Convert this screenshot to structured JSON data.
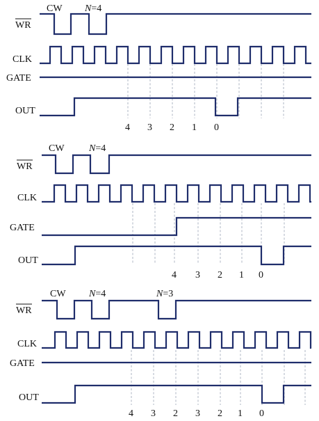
{
  "colors": {
    "signal": "#1f2d6b",
    "guide": "#9aa3b5",
    "text": "#111111"
  },
  "panels": [
    {
      "signals": {
        "wr": "WR",
        "clk": "CLK",
        "gate": "GATE",
        "out": "OUT"
      },
      "annotations": {
        "cw": "CW",
        "n1_var": "N",
        "n1_val": "=4"
      },
      "counts": [
        "4",
        "3",
        "2",
        "1",
        "0"
      ]
    },
    {
      "signals": {
        "wr": "WR",
        "clk": "CLK",
        "gate": "GATE",
        "out": "OUT"
      },
      "annotations": {
        "cw": "CW",
        "n1_var": "N",
        "n1_val": "=4"
      },
      "counts": [
        "4",
        "3",
        "2",
        "1",
        "0"
      ]
    },
    {
      "signals": {
        "wr": "WR",
        "clk": "CLK",
        "gate": "GATE",
        "out": "OUT"
      },
      "annotations": {
        "cw": "CW",
        "n1_var": "N",
        "n1_val": "=4",
        "n2_var": "N",
        "n2_val": "=3"
      },
      "counts": [
        "4",
        "3",
        "2",
        "3",
        "2",
        "1",
        "0"
      ]
    }
  ]
}
